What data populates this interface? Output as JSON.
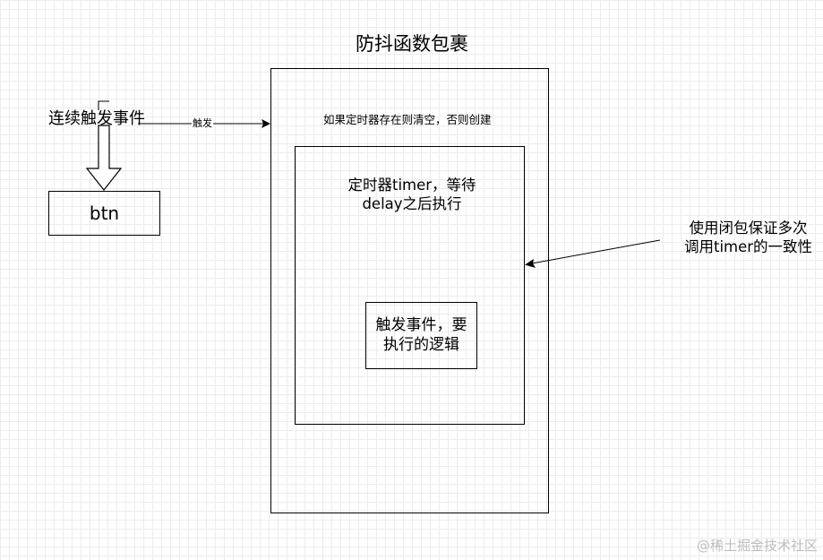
{
  "diagram": {
    "title": "防抖函数包裹",
    "event_label": "连续触发事件",
    "edge_label": "触发",
    "btn_label": "btn",
    "outer_note": "如果定时器存在则清空，否则创建",
    "timer_box": {
      "line1": "定时器timer，等待",
      "line2": "delay之后执行"
    },
    "handler_box": {
      "line1": "触发事件，要",
      "line2": "执行的逻辑"
    },
    "closure_note": {
      "line1": "使用闭包保证多次",
      "line2": "调用timer的一致性"
    }
  },
  "watermark": "@稀土掘金技术社区"
}
